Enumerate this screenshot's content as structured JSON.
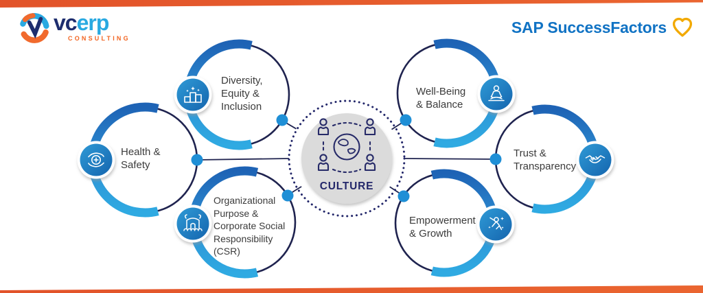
{
  "header": {
    "logo": {
      "icon": "vcerp-swirl-globe-logo",
      "brand_vc": "vc",
      "brand_erp": "erp",
      "subtitle": "CONSULTING",
      "color_navy": "#1d2d6e",
      "color_lightblue": "#29a9e1",
      "color_orange": "#f26522"
    },
    "partner": {
      "label": "SAP SuccessFactors",
      "icon": "heart-outline-icon",
      "text_color": "#1173c4",
      "heart_color": "#f2a900"
    }
  },
  "center": {
    "label": "CULTURE",
    "icon": "people-around-globe-icon",
    "ring_style": "dotted",
    "ring_color": "#23276a",
    "fill_color": "#dbdbdb"
  },
  "nodes": [
    {
      "id": "health-safety",
      "label": "Health & Safety",
      "icon": "hands-medical-cross-icon",
      "position": "left"
    },
    {
      "id": "diversity-equity-inclusion",
      "label": "Diversity, Equity & Inclusion",
      "icon": "podium-stars-icon",
      "position": "top-left"
    },
    {
      "id": "organizational-purpose-csr",
      "label": "Organizational Purpose & Corporate Social Responsibility (CSR)",
      "icon": "organization-building-people-icon",
      "position": "bottom-left"
    },
    {
      "id": "well-being-balance",
      "label": "Well-Being & Balance",
      "icon": "meditation-icon",
      "position": "top-right"
    },
    {
      "id": "trust-transparency",
      "label": "Trust & Transparency",
      "icon": "handshake-icon",
      "position": "right"
    },
    {
      "id": "empowerment-growth",
      "label": "Empowerment & Growth",
      "icon": "flying-person-sparkles-icon",
      "position": "bottom-right"
    }
  ],
  "colors": {
    "accent_orange": "#e65b2b",
    "ring_navy": "#1f234f",
    "arc_blue_dark": "#1e63b5",
    "arc_blue_light": "#2faae2",
    "dot_blue": "#1f8fd6",
    "label_text": "#3b3b3b"
  }
}
